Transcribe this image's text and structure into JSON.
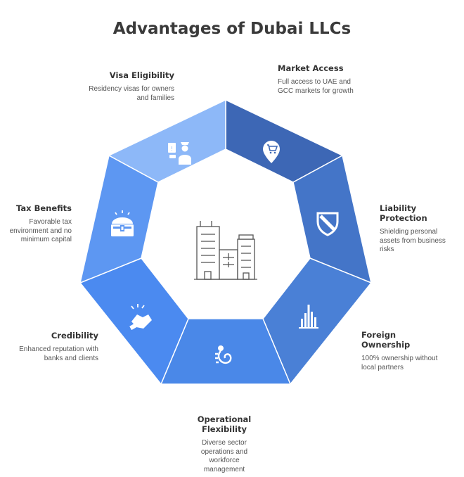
{
  "title": "Advantages of Dubai LLCs",
  "segments": [
    {
      "id": "market-access",
      "heading": "Market Access",
      "desc": "Full access to UAE and GCC markets for growth",
      "color": "#3d67b5",
      "icon": "shopping-cart-pin-icon"
    },
    {
      "id": "liability-protection",
      "heading": "Liability Protection",
      "desc": "Shielding personal assets from business risks",
      "color": "#4475c8",
      "icon": "shield-icon"
    },
    {
      "id": "foreign-ownership",
      "heading": "Foreign Ownership",
      "desc": "100% ownership without local partners",
      "color": "#4a80d6",
      "icon": "skyline-icon"
    },
    {
      "id": "operational-flexibility",
      "heading": "Operational Flexibility",
      "desc": "Diverse sector operations and workforce management",
      "color": "#4a88e8",
      "icon": "chameleon-icon"
    },
    {
      "id": "credibility",
      "heading": "Credibility",
      "desc": "Enhanced reputation with banks and clients",
      "color": "#4b8af0",
      "icon": "handshake-icon"
    },
    {
      "id": "tax-benefits",
      "heading": "Tax Benefits",
      "desc": "Favorable tax environment and no minimum capital",
      "color": "#5d97f2",
      "icon": "treasure-chest-icon"
    },
    {
      "id": "visa-eligibility",
      "heading": "Visa Eligibility",
      "desc": "Residency visas for owners and families",
      "color": "#8db8f8",
      "icon": "officer-passport-icon"
    }
  ],
  "center_icon": "office-buildings-icon"
}
